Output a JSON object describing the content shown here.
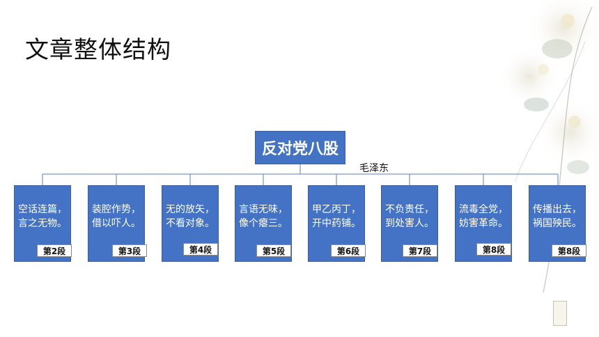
{
  "title": "文章整体结构",
  "root": {
    "label": "反对党八股",
    "author": "毛泽东"
  },
  "nodes": [
    {
      "line1": "空话连篇，",
      "line2": "言之无物。",
      "badge": "第2段"
    },
    {
      "line1": "装腔作势，",
      "line2": "借以吓人。",
      "badge": "第3段"
    },
    {
      "line1": "无的放矢，",
      "line2": "不看对象。",
      "badge": "第4段"
    },
    {
      "line1": "言语无味，",
      "line2": "像个瘪三。",
      "badge": "第5段"
    },
    {
      "line1": "甲乙丙丁，",
      "line2": "开中药铺。",
      "badge": "第6段"
    },
    {
      "line1": "不负责任，",
      "line2": "到处害人。",
      "badge": "第7段"
    },
    {
      "line1": "流毒全党，",
      "line2": "妨害革命。",
      "badge": "第8段"
    },
    {
      "line1": "传播出去，",
      "line2": "祸国殃民。",
      "badge": "第8段"
    }
  ],
  "colors": {
    "box": "#4472c4",
    "box_border": "#3a5f9e",
    "line": "#5b7fc0"
  }
}
